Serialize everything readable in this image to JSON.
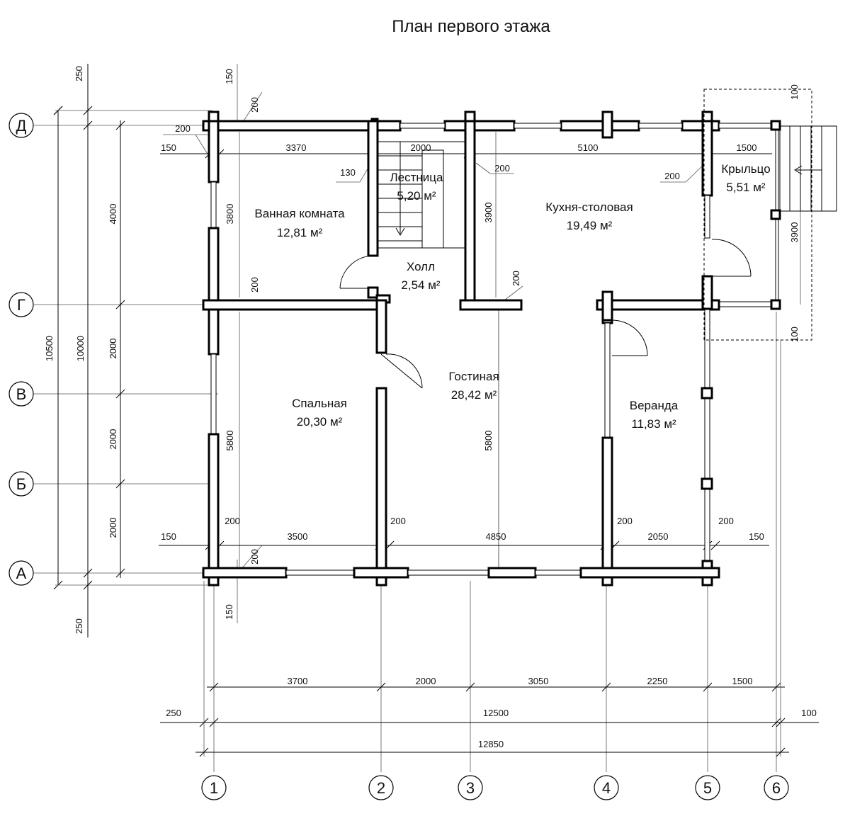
{
  "title": "План первого этажа",
  "rooms": [
    {
      "name": "Ванная комната",
      "area": "12,81 м²"
    },
    {
      "name": "Лестница",
      "area": "5,20 м²"
    },
    {
      "name": "Кухня-столовая",
      "area": "19,49 м²"
    },
    {
      "name": "Крыльцо",
      "area": "5,51 м²"
    },
    {
      "name": "Холл",
      "area": "2,54 м²"
    },
    {
      "name": "Спальная",
      "area": "20,30 м²"
    },
    {
      "name": "Гостиная",
      "area": "28,42 м²"
    },
    {
      "name": "Веранда",
      "area": "11,83 м²"
    }
  ],
  "row_axes": [
    "Д",
    "Г",
    "В",
    "Б",
    "А"
  ],
  "column_axes": [
    "1",
    "2",
    "3",
    "4",
    "5",
    "6"
  ],
  "dims": {
    "left_outer": [
      "250",
      "10500",
      "250"
    ],
    "left_mid": "10000",
    "left_inner": [
      "4000",
      "2000",
      "2000",
      "2000"
    ],
    "top_offsets": [
      "250",
      "150",
      "150",
      "200",
      "200"
    ],
    "bottom_offsets": [
      "150",
      "200"
    ],
    "top_row": [
      "150",
      "3370",
      "2000",
      "5100",
      "1500"
    ],
    "top_wall_labels": [
      "130",
      "200",
      "200",
      "200"
    ],
    "room_heights": [
      "3800",
      "3900",
      "3900"
    ],
    "mid_labels": [
      "200",
      "200"
    ],
    "room_depths": [
      "5800",
      "5800"
    ],
    "bottom_row": [
      "150",
      "3500",
      "4850",
      "2050",
      "150"
    ],
    "bottom_walls": [
      "200",
      "200",
      "200",
      "200"
    ],
    "porch_small": [
      "100",
      "100"
    ],
    "axes_spacing": [
      "3700",
      "2000",
      "3050",
      "2250",
      "1500"
    ],
    "overall_12500": [
      "250",
      "12500",
      "100"
    ],
    "overall_12850": "12850"
  }
}
